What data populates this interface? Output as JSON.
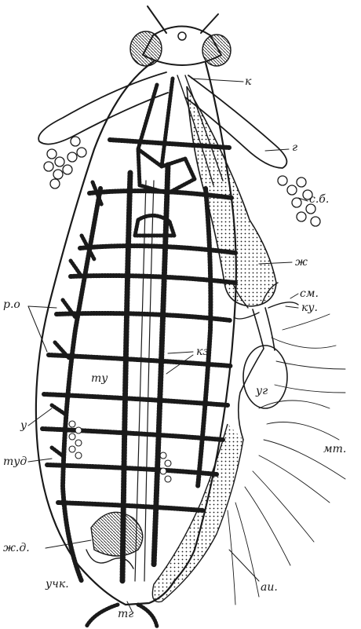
{
  "figure": {
    "labels": {
      "k": "к",
      "r": "г",
      "sb": "с.б.",
      "zh": "ж",
      "sm": "см.",
      "ku": "ку.",
      "ro": "р.о",
      "kz": "кз",
      "tu": "ту",
      "ug": "уг",
      "u": "у",
      "tug": "туд",
      "mt": "мт.",
      "zhd": "ж.д.",
      "uchk": "учк.",
      "tr": "тг",
      "ai": "аи."
    },
    "colors": {
      "ink": "#1a1a1a",
      "paper": "#ffffff"
    }
  }
}
